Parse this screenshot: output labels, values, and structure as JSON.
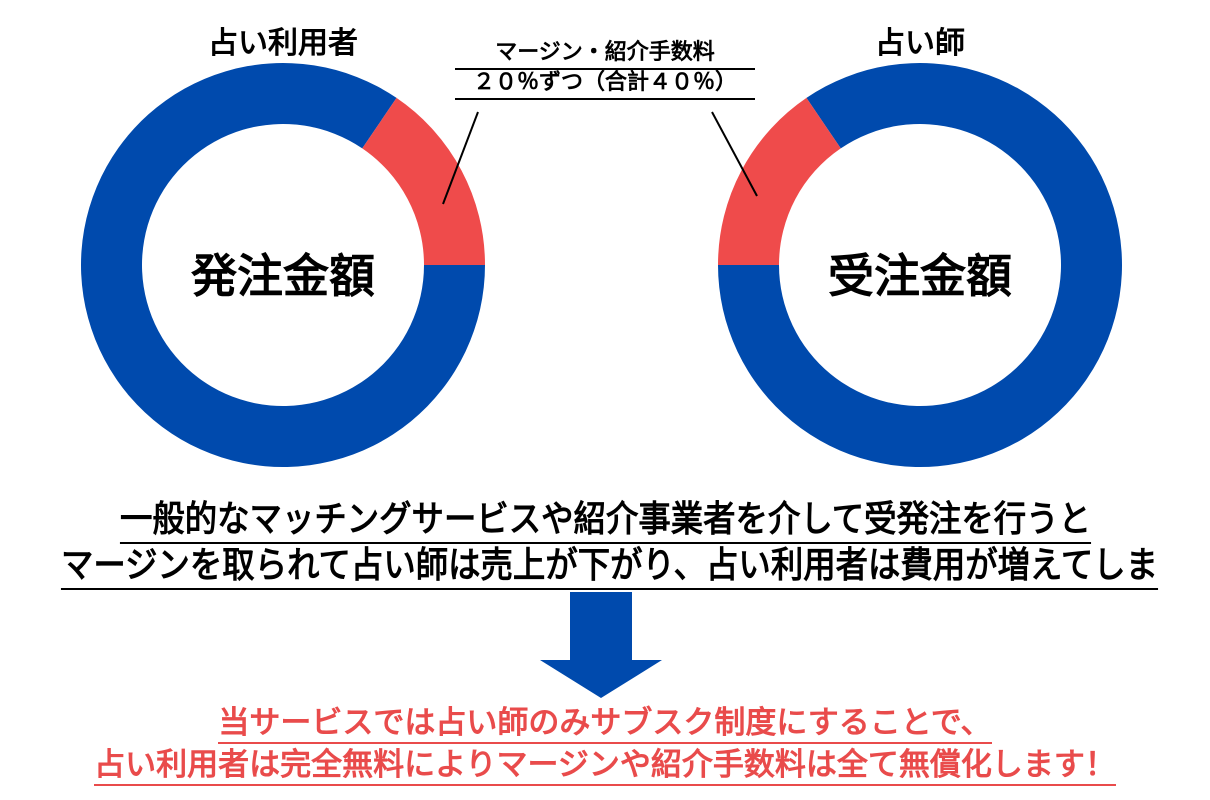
{
  "colors": {
    "main": "#004aad",
    "margin": "#ef4b4b",
    "accent_text": "#e94b4b"
  },
  "chart_data": {
    "type": "pie",
    "charts": [
      {
        "title": "占い利用者",
        "center_label": "発注金額",
        "slices": [
          {
            "name": "発注金額",
            "share": 0.845
          },
          {
            "name": "マージン・紹介手数料",
            "share": 0.155
          }
        ]
      },
      {
        "title": "占い師",
        "center_label": "受注金額",
        "slices": [
          {
            "name": "受注金額",
            "share": 0.845
          },
          {
            "name": "マージン・紹介手数料",
            "share": 0.155
          }
        ]
      }
    ],
    "annotation": [
      "マージン・紹介手数料",
      "２０％ずつ（合計４０％）"
    ]
  },
  "body": {
    "line1": "一般的なマッチングサービスや紹介事業者を介して受発注を行うと",
    "line2": "マージンを取られて占い師は売上が下がり、占い利用者は費用が増えてしま",
    "red1": "当サービスでは占い師のみサブスク制度にすることで、",
    "red2": "占い利用者は完全無料によりマージンや紹介手数料は全て無償化します！"
  }
}
